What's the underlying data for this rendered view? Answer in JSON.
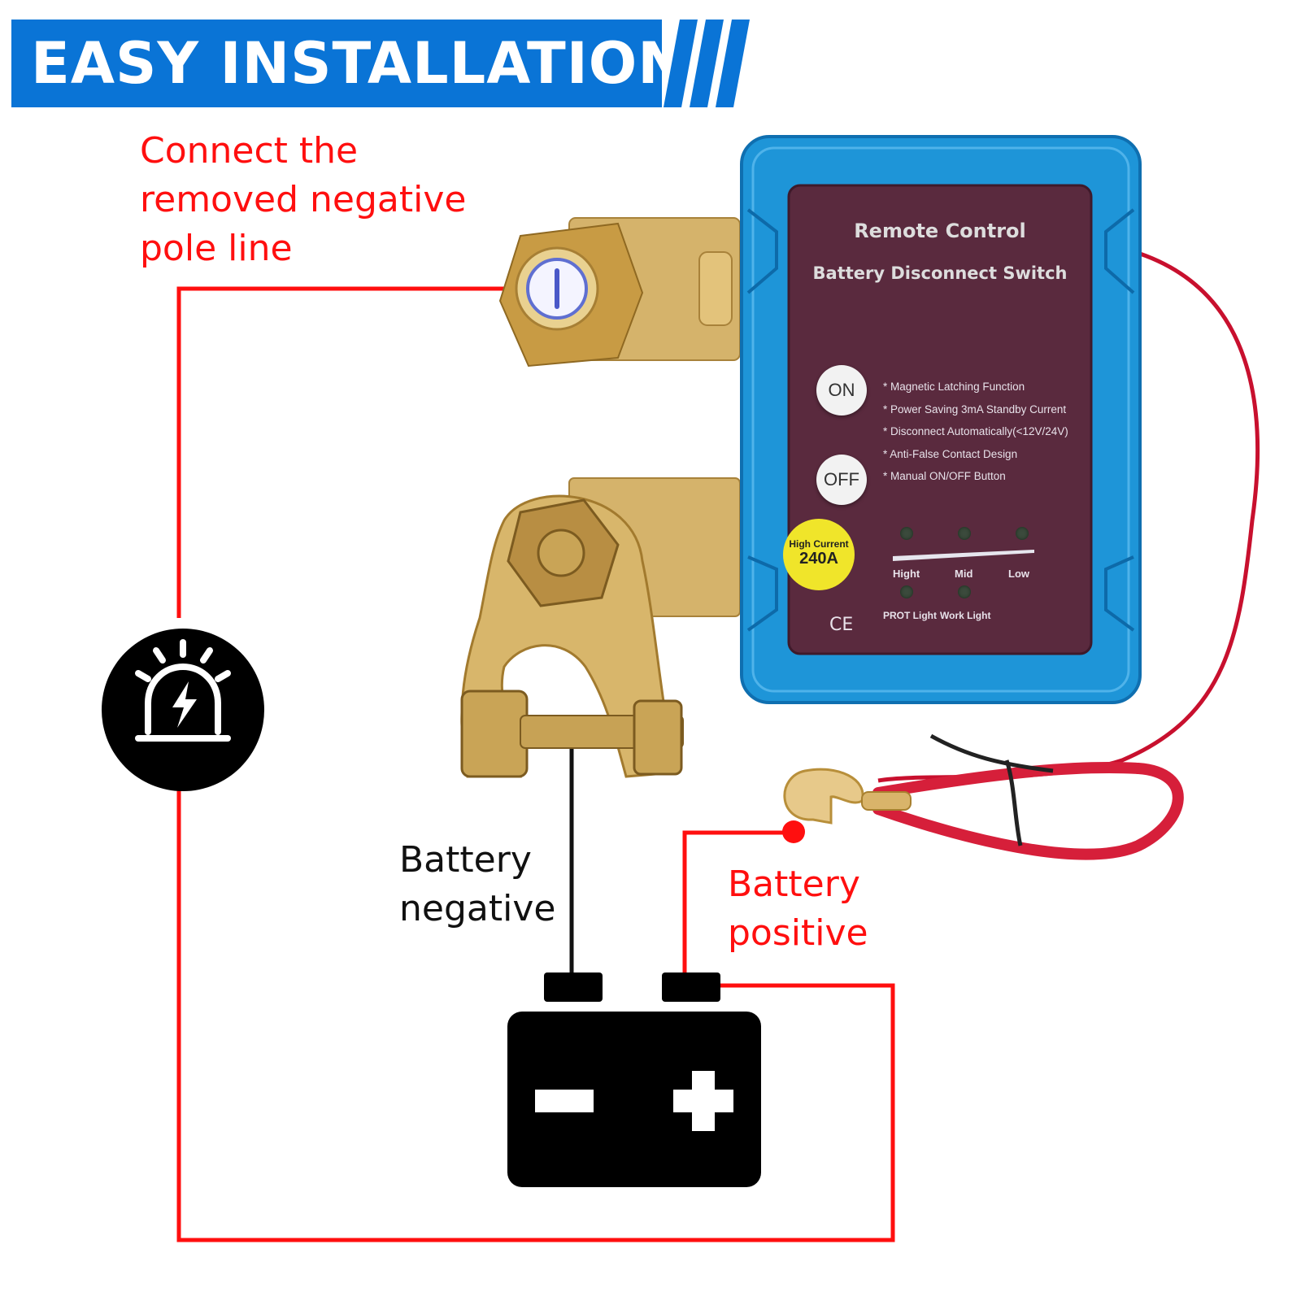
{
  "banner": {
    "title": "EASY INSTALLATION"
  },
  "labels": {
    "negative_pole_line": [
      "Connect the",
      "removed negative",
      "pole line"
    ],
    "battery_negative": [
      "Battery",
      "negative"
    ],
    "battery_positive": [
      "Battery",
      "positive"
    ]
  },
  "device": {
    "title": "Remote Control",
    "subtitle": "Battery Disconnect Switch",
    "on_button": "ON",
    "off_button": "OFF",
    "features": [
      "* Magnetic Latching Function",
      "* Power Saving 3mA Standby Current",
      "* Disconnect Automatically(<12V/24V)",
      "* Anti-False Contact Design",
      "* Manual ON/OFF Button"
    ],
    "badge_line1": "High Current",
    "badge_line2": "240A",
    "levels": [
      "Hight",
      "Mid",
      "Low"
    ],
    "lights": [
      "PROT Light",
      "Work Light"
    ],
    "ce_mark": "CE"
  },
  "colors": {
    "banner_blue": "#0a74d6",
    "wire_red": "#ff0f0f",
    "device_blue": "#1e95d8",
    "panel_purple": "#5a2a3e"
  },
  "icons": [
    "alarm-light-icon",
    "battery-icon",
    "power-icon"
  ]
}
